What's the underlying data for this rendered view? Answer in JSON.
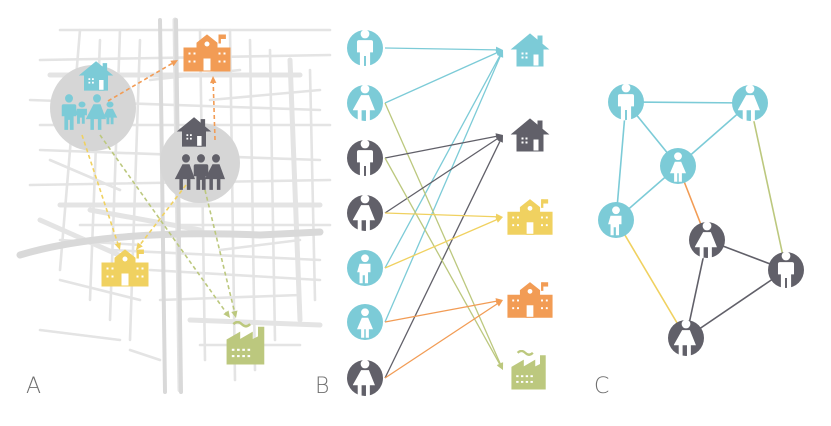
{
  "panels": {
    "a": {
      "label": "A"
    },
    "b": {
      "label": "B"
    },
    "c": {
      "label": "C"
    }
  },
  "colors": {
    "teal": "#7ccbd7",
    "dark": "#616069",
    "yellow": "#f0d160",
    "orange": "#f29c55",
    "green": "#bcc87e",
    "street": "#e4e4e4",
    "halo": "#d6d6d6"
  },
  "icons": {
    "house": "house-icon",
    "school": "school-icon",
    "factory": "factory-icon",
    "male": "male-person-icon",
    "female": "female-person-icon",
    "child": "child-person-icon"
  },
  "bipartite": {
    "people": [
      {
        "id": "p1",
        "gender": "male",
        "group": "teal"
      },
      {
        "id": "p2",
        "gender": "female",
        "group": "teal"
      },
      {
        "id": "p3",
        "gender": "male",
        "group": "dark"
      },
      {
        "id": "p4",
        "gender": "female",
        "group": "dark"
      },
      {
        "id": "p5",
        "gender": "child",
        "group": "teal"
      },
      {
        "id": "p6",
        "gender": "child-female",
        "group": "teal"
      },
      {
        "id": "p7",
        "gender": "female",
        "group": "dark"
      }
    ],
    "places": [
      {
        "id": "home-teal",
        "kind": "house",
        "color": "teal"
      },
      {
        "id": "home-dark",
        "kind": "house",
        "color": "dark"
      },
      {
        "id": "school-yellow",
        "kind": "school",
        "color": "yellow"
      },
      {
        "id": "school-orange",
        "kind": "school",
        "color": "orange"
      },
      {
        "id": "factory-green",
        "kind": "factory",
        "color": "green"
      }
    ],
    "edges": [
      {
        "from": 0,
        "to": 0,
        "color": "teal"
      },
      {
        "from": 1,
        "to": 0,
        "color": "teal"
      },
      {
        "from": 4,
        "to": 0,
        "color": "teal"
      },
      {
        "from": 5,
        "to": 0,
        "color": "teal"
      },
      {
        "from": 1,
        "to": 4,
        "color": "green"
      },
      {
        "from": 2,
        "to": 1,
        "color": "dark"
      },
      {
        "from": 3,
        "to": 1,
        "color": "dark"
      },
      {
        "from": 6,
        "to": 1,
        "color": "dark"
      },
      {
        "from": 2,
        "to": 4,
        "color": "green"
      },
      {
        "from": 3,
        "to": 2,
        "color": "yellow"
      },
      {
        "from": 4,
        "to": 2,
        "color": "yellow"
      },
      {
        "from": 5,
        "to": 3,
        "color": "orange"
      },
      {
        "from": 6,
        "to": 3,
        "color": "orange"
      }
    ]
  },
  "network": {
    "nodes": [
      {
        "id": "n1",
        "gender": "male",
        "group": "teal"
      },
      {
        "id": "n2",
        "gender": "female",
        "group": "teal"
      },
      {
        "id": "n3",
        "gender": "child-female",
        "group": "teal"
      },
      {
        "id": "n4",
        "gender": "child",
        "group": "teal"
      },
      {
        "id": "n5",
        "gender": "female",
        "group": "dark"
      },
      {
        "id": "n6",
        "gender": "male",
        "group": "dark"
      },
      {
        "id": "n7",
        "gender": "female",
        "group": "dark"
      }
    ],
    "edges": [
      {
        "a": 0,
        "b": 1,
        "color": "teal"
      },
      {
        "a": 0,
        "b": 2,
        "color": "teal"
      },
      {
        "a": 1,
        "b": 2,
        "color": "teal"
      },
      {
        "a": 0,
        "b": 3,
        "color": "teal"
      },
      {
        "a": 2,
        "b": 3,
        "color": "teal"
      },
      {
        "a": 1,
        "b": 5,
        "color": "green"
      },
      {
        "a": 2,
        "b": 4,
        "color": "orange"
      },
      {
        "a": 3,
        "b": 6,
        "color": "yellow"
      },
      {
        "a": 4,
        "b": 5,
        "color": "dark"
      },
      {
        "a": 4,
        "b": 6,
        "color": "dark"
      },
      {
        "a": 5,
        "b": 6,
        "color": "dark"
      }
    ]
  }
}
